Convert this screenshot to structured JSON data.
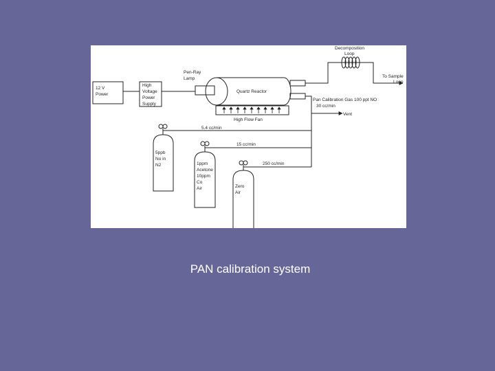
{
  "slide": {
    "background_color": "#666699",
    "caption": "PAN calibration system"
  },
  "diagram": {
    "power_12v": [
      "12 V",
      "Power"
    ],
    "hv_supply": [
      "High",
      "Voltage",
      "Power",
      "Supply"
    ],
    "pen_ray_lamp": [
      "Pen-Ray",
      "Lamp"
    ],
    "quartz_reactor": "Quartz Reactor",
    "high_flow_fan": "High Flow Fan",
    "decomposition_loop": [
      "Decomposition",
      "Loop"
    ],
    "to_sample_loop": [
      "To Sample",
      "Loop"
    ],
    "pan_gas": [
      "Pan Calibration Gas  100 ppt NO",
      "30 cc/min"
    ],
    "vent": "Vent",
    "flow_1": "5.4 cc/min",
    "flow_2": "15 cc/min",
    "flow_3": "250 cc/min",
    "cylinder_1": [
      "5ppb",
      "No in",
      "N2"
    ],
    "cylinder_2": [
      "1ppm",
      "Acetone",
      "10ppm",
      "Co",
      "Air"
    ],
    "cylinder_3": [
      "Zero",
      "Air"
    ]
  }
}
